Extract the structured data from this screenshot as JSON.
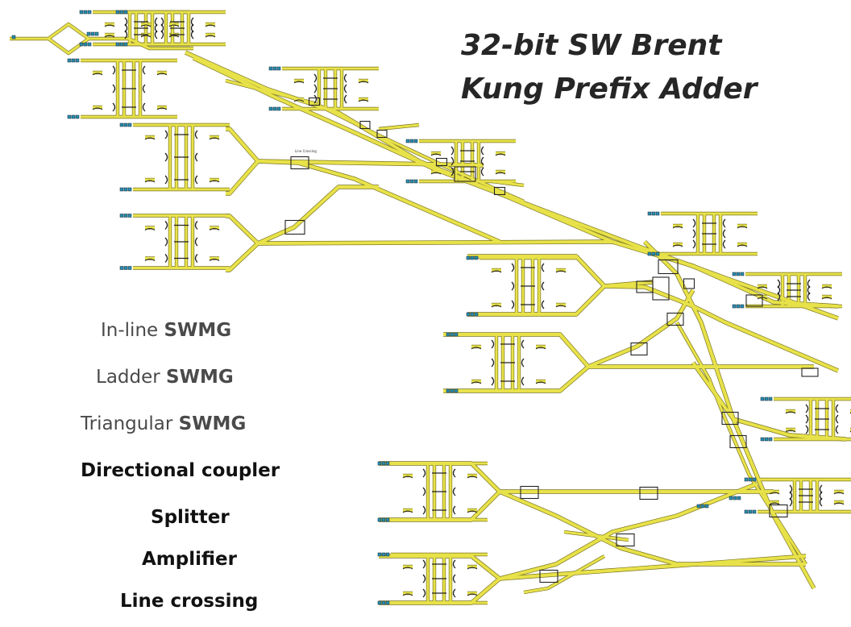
{
  "title": {
    "line1": "32-bit SW Brent",
    "line2": "Kung Prefix Adder"
  },
  "legend": [
    {
      "pre": "In-line ",
      "post": "SWMG"
    },
    {
      "pre": "Ladder ",
      "post": "SWMG"
    },
    {
      "pre": "Triangular ",
      "post": "SWMG"
    },
    {
      "pre": "",
      "post": "Directional coupler"
    },
    {
      "pre": "",
      "post": "Splitter"
    },
    {
      "pre": "",
      "post": "Amplifier"
    },
    {
      "pre": "",
      "post": "Line crossing"
    }
  ],
  "annotation": "Line Crossing",
  "colors": {
    "waveguide": "#e8e24a",
    "waveguide_edge": "#7a7520",
    "component": "#222222",
    "pad": "#2a8fb0"
  }
}
